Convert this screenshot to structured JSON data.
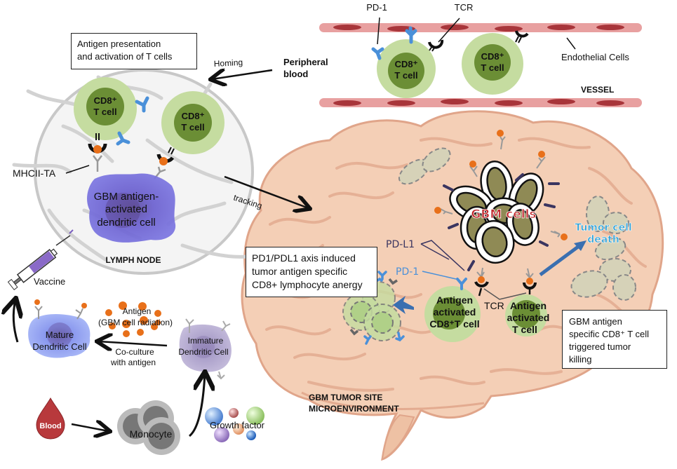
{
  "figure": {
    "lymph_node": {
      "title": "LYMPH NODE",
      "box_label_line1": "Antigen presentation",
      "box_label_line2": "and activation of  T cells",
      "tcell_label_line1": "CD8⁺",
      "tcell_label_line2": "T cell",
      "mhc_label": "MHCII-TA",
      "dc_label_line1": "GBM antigen-",
      "dc_label_line2": "activated",
      "dc_label_line3": "dendritic cell",
      "homing_label": "Homing",
      "tracking_label": "tracking"
    },
    "peripheral_blood": {
      "label_line1": "Peripheral",
      "label_line2": "blood"
    },
    "vessel": {
      "title": "VESSEL",
      "pd1_label": "PD-1",
      "tcr_label": "TCR",
      "endothelial_label": "Endothelial Cells",
      "tcell_label_line1": "CD8⁺",
      "tcell_label_line2": "T cell"
    },
    "vaccine_prep": {
      "vaccine_label": "Vaccine",
      "antigen_label_line1": "Antigen",
      "antigen_label_line2": "(GBM cell radiation)",
      "mature_dc_line1": "Mature",
      "mature_dc_line2": "Dendritic Cell",
      "immature_dc_line1": "Immature",
      "immature_dc_line2": "Dendritic Cell",
      "coculture_line1": "Co-culture",
      "coculture_line2": "with antigen",
      "blood_label": "Blood",
      "monocyte_label": "Monocyte",
      "growth_factor_label": "Growth factor"
    },
    "tumor_site": {
      "title_line1": "GBM TUMOR SITE",
      "title_line2": "MICROENVIRONMENT",
      "gbm_cells_label": "GBM cells",
      "tumor_death_line1": "Tumor cell",
      "tumor_death_line2": "death",
      "pdl1_label": "PD-L1",
      "pd1_label": "PD-1",
      "tcr_label": "TCR",
      "activated_cd8_line1": "Antigen",
      "activated_cd8_line2": "activated",
      "activated_cd8_line3": "CD8⁺T cell",
      "activated_t_line1": "Antigen",
      "activated_t_line2": "activated",
      "activated_t_line3": "T cell",
      "anergy_box_line1": "PD1/PDL1 axis induced",
      "anergy_box_line2": "tumor antigen specific",
      "anergy_box_line3": "CD8+ lymphocyte anergy",
      "killing_box_line1": "GBM antigen",
      "killing_box_line2": "specific CD8⁺ T cell",
      "killing_box_line3": "triggered tumor",
      "killing_box_line4": "killing"
    },
    "colors": {
      "tcell_outer": "#c5dca0",
      "tcell_inner": "#6b8e35",
      "vessel_cell": "#e8a0a0",
      "vessel_nucleus": "#a8353a",
      "brain": "#f3cdb3",
      "brain_fold": "#d99a80",
      "gbm_nucleus": "#8f8a55",
      "receptor_blue": "#4a90d9",
      "antigen_orange": "#e8701a",
      "dc_purple": "#6a5fcf",
      "gbm_label_red": "#c0282d",
      "death_label_blue": "#2aa0d8",
      "arrow_blue": "#3a6fb0"
    }
  }
}
